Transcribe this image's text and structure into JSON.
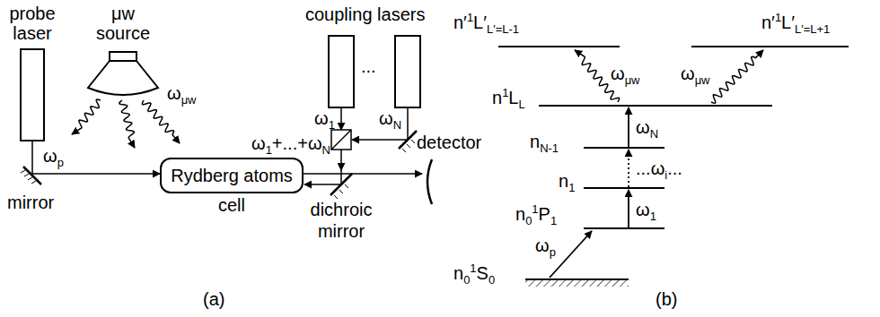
{
  "diagram": {
    "nodes": [
      {
        "text": [
          "probe laser"
        ]
      },
      {
        "text": [
          "μw source"
        ]
      },
      {
        "text": [
          "Rydberg atoms",
          "cell"
        ]
      },
      {
        "text": [
          "detector"
        ]
      }
    ],
    "edges": [
      {
        "from": 0,
        "to": 2,
        "arrow": "to"
      },
      {
        "from": 2,
        "to": 3,
        "arrow": "to"
      }
    ],
    "labels": [
      "ω",
      "p",
      "ω",
      "μw",
      "mirror",
      "coupling lasers",
      "...",
      "ω",
      "1",
      "ω",
      "N",
      "ω",
      "1",
      "+...+ω",
      "N",
      "dichroic mirror",
      "(a)",
      "n",
      "0",
      "1",
      "S",
      "0",
      "ω",
      "p",
      "n",
      "0",
      "1",
      "P",
      "1",
      "ω",
      "1",
      "n",
      "1",
      "...ω",
      "i",
      "...",
      "n",
      "N-1",
      "ω",
      "N",
      "n",
      "1",
      "L",
      "L",
      "n′",
      "1",
      "L′",
      "L′=L-1",
      "n′",
      "1",
      "L′",
      "L′=L+1",
      "ω",
      "μw",
      "ω",
      "μw",
      "(b)"
    ]
  }
}
